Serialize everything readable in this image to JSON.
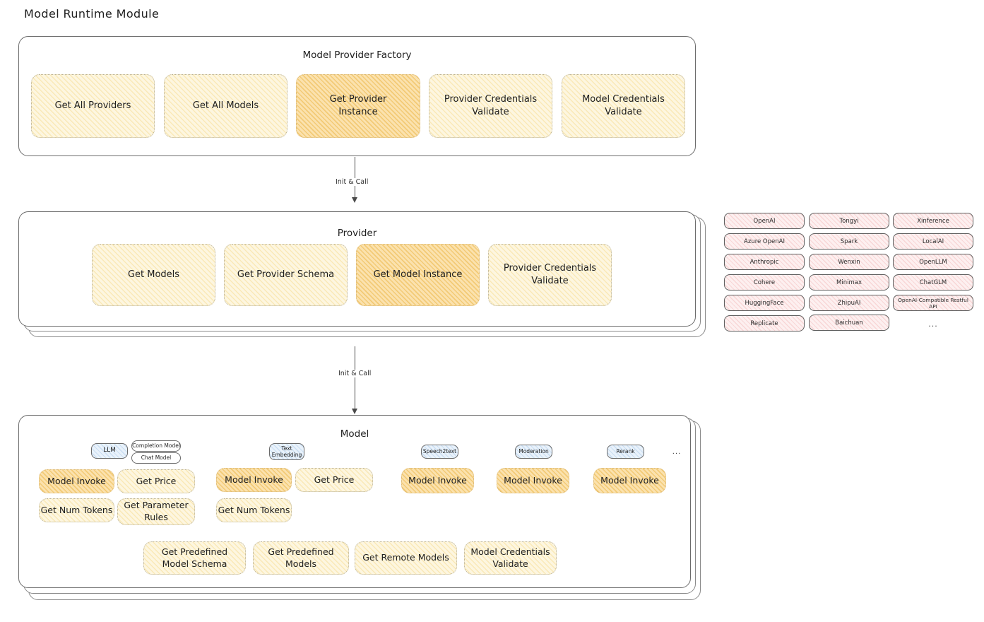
{
  "page": {
    "title": "Model Runtime Module"
  },
  "factory": {
    "title": "Model Provider Factory",
    "nodes": [
      {
        "label": "Get All Providers",
        "highlight": false
      },
      {
        "label": "Get All Models",
        "highlight": false
      },
      {
        "label": "Get Provider Instance",
        "highlight": true
      },
      {
        "label": "Provider Credentials Validate",
        "highlight": false
      },
      {
        "label": "Model Credentials Validate",
        "highlight": false
      }
    ]
  },
  "arrow1": {
    "label": "Init & Call"
  },
  "provider": {
    "title": "Provider",
    "nodes": [
      {
        "label": "Get Models",
        "highlight": false
      },
      {
        "label": "Get Provider Schema",
        "highlight": false
      },
      {
        "label": "Get Model Instance",
        "highlight": true
      },
      {
        "label": "Provider Credentials Validate",
        "highlight": false
      }
    ]
  },
  "provider_list": {
    "columns": [
      [
        "OpenAI",
        "Azure OpenAI",
        "Anthropic",
        "Cohere",
        "HuggingFace",
        "Replicate"
      ],
      [
        "Tongyi",
        "Spark",
        "Wenxin",
        "Minimax",
        "ZhipuAI",
        "Baichuan"
      ],
      [
        "Xinference",
        "LocalAI",
        "OpenLLM",
        "ChatGLM",
        "OpenAI-Compatible Restful API"
      ]
    ],
    "more": "..."
  },
  "arrow2": {
    "label": "Init & Call"
  },
  "model": {
    "title": "Model",
    "more": "...",
    "types": [
      {
        "name": "LLM",
        "blue": true,
        "subtags": [
          "Completion Model",
          "Chat Model"
        ],
        "methods": [
          {
            "label": "Model Invoke",
            "highlight": true
          },
          {
            "label": "Get Price",
            "highlight": false
          },
          {
            "label": "Get Num Tokens",
            "highlight": false
          },
          {
            "label": "Get Parameter Rules",
            "highlight": false
          }
        ]
      },
      {
        "name": "Text Embedding",
        "blue": true,
        "subtags": [],
        "methods": [
          {
            "label": "Model Invoke",
            "highlight": true
          },
          {
            "label": "Get Price",
            "highlight": false
          },
          {
            "label": "Get Num Tokens",
            "highlight": false
          }
        ]
      },
      {
        "name": "Speech2text",
        "blue": true,
        "subtags": [],
        "methods": [
          {
            "label": "Model Invoke",
            "highlight": true
          }
        ]
      },
      {
        "name": "Moderation",
        "blue": true,
        "subtags": [],
        "methods": [
          {
            "label": "Model Invoke",
            "highlight": true
          }
        ]
      },
      {
        "name": "Rerank",
        "blue": true,
        "subtags": [],
        "methods": [
          {
            "label": "Model Invoke",
            "highlight": true
          }
        ]
      }
    ],
    "common_methods": [
      "Get Predefined Model Schema",
      "Get Predefined Models",
      "Get Remote Models",
      "Model Credentials Validate"
    ]
  },
  "colors": {
    "node_fill": "#fdf6e0",
    "node_fill_highlight": "#fbe2ae",
    "pill_fill": "#fdf0f0",
    "tag_blue_fill": "#e9f2fb",
    "stroke": "#6b6b6b",
    "text": "#1e1e1e"
  }
}
